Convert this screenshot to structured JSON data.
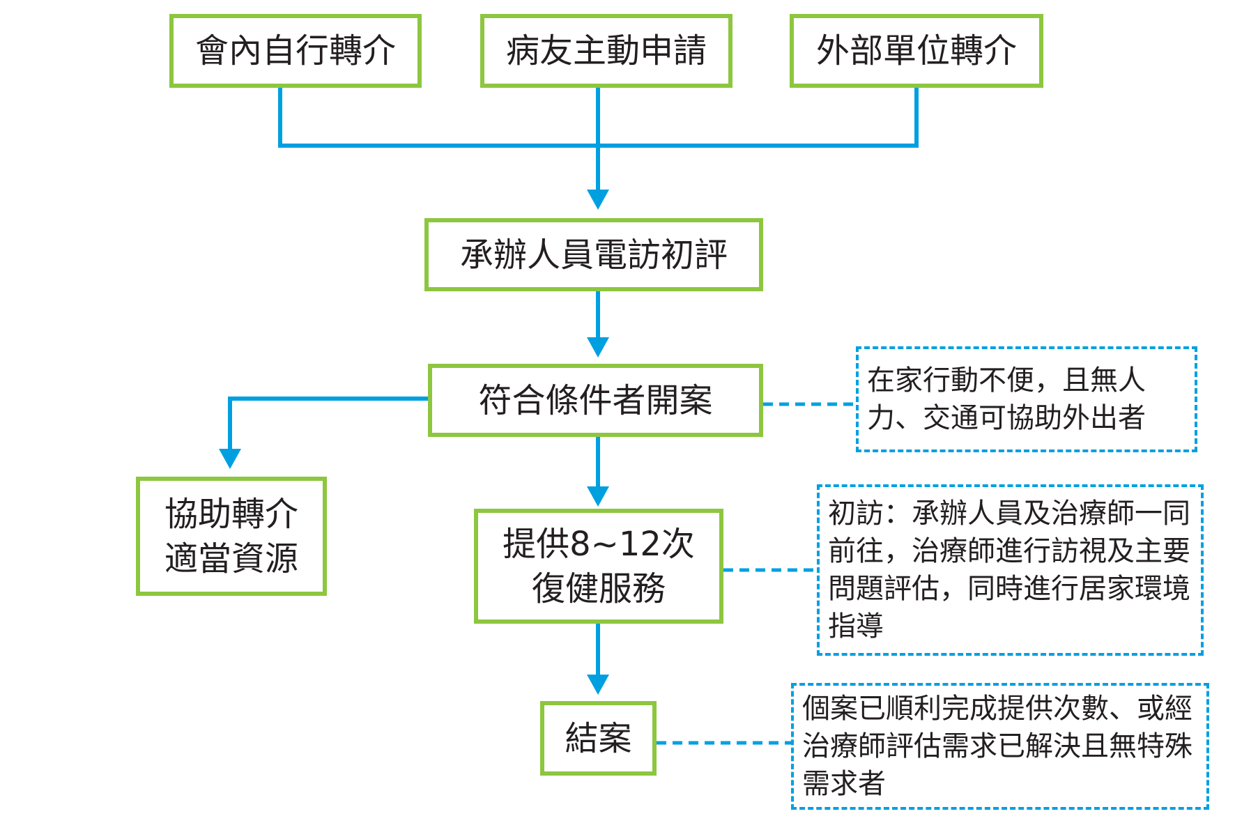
{
  "sources": {
    "internal": "會內自行轉介",
    "patient": "病友主動申請",
    "external": "外部單位轉介"
  },
  "steps": {
    "phone_eval": "承辦人員電訪初評",
    "open_case": "符合條件者開案",
    "service_line1": "提供8~12次",
    "service_line2": "復健服務",
    "close_case": "結案",
    "referral_line1": "協助轉介",
    "referral_line2": "適當資源"
  },
  "notes": {
    "eligibility": "在家行動不便，且無人力、交通可協助外出者",
    "first_visit": "初訪：承辦人員及治療師一同前往，治療師進行訪視及主要問題評估，同時進行居家環境指導",
    "closing": "個案已順利完成提供次數、或經治療師評估需求已解決且無特殊需求者"
  },
  "colors": {
    "box_border": "#8dc63f",
    "arrow": "#00a0e0",
    "text": "#231f20"
  }
}
